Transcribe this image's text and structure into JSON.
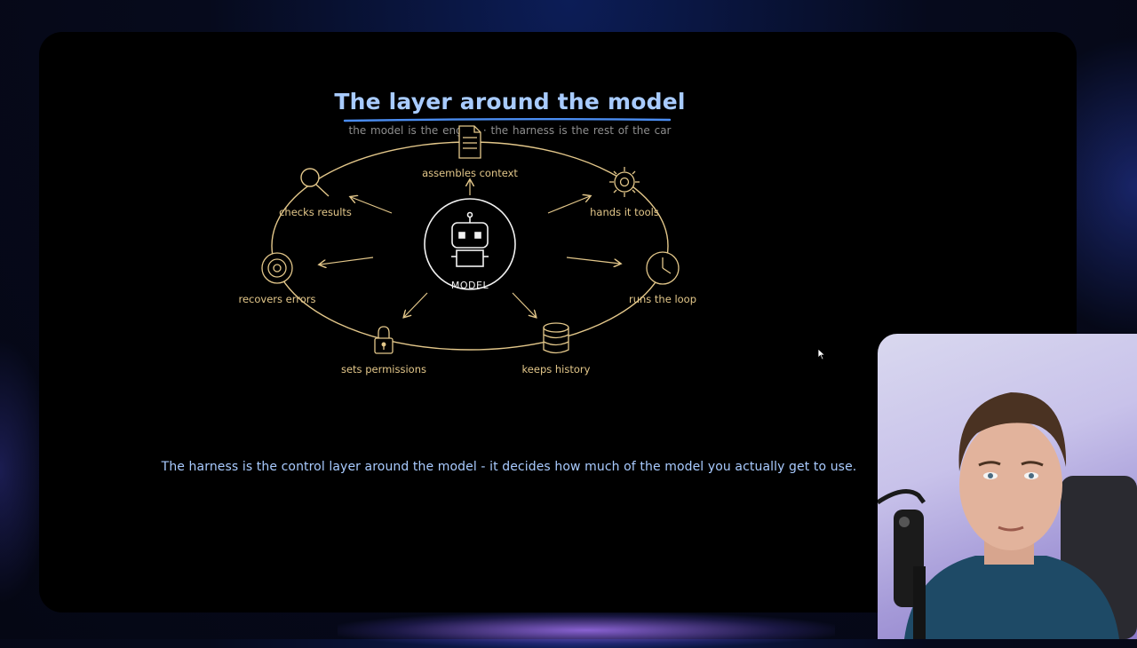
{
  "slide": {
    "title": "The layer around the model",
    "subtitle": "the model is the engine  ·  the harness is the rest of the car",
    "caption": "The harness is the control layer around the model - it decides how much of the model you actually get to use."
  },
  "diagram": {
    "center": {
      "label": "MODEL",
      "icon": "robot-icon"
    },
    "nodes": [
      {
        "id": "assembles",
        "label": "assembles context",
        "icon": "document-icon"
      },
      {
        "id": "tools",
        "label": "hands it tools",
        "icon": "gear-icon"
      },
      {
        "id": "loop",
        "label": "runs the loop",
        "icon": "clock-icon"
      },
      {
        "id": "history",
        "label": "keeps history",
        "icon": "database-icon"
      },
      {
        "id": "permissions",
        "label": "sets permissions",
        "icon": "lock-icon"
      },
      {
        "id": "errors",
        "label": "recovers errors",
        "icon": "target-icon"
      },
      {
        "id": "results",
        "label": "checks results",
        "icon": "magnifier-icon"
      }
    ]
  },
  "colors": {
    "title": "#a8cbff",
    "accent": "#e3c78a",
    "caption": "#a9cbff",
    "slide_bg": "#000000"
  },
  "webcam": {
    "description_icon": "presenter-video"
  }
}
